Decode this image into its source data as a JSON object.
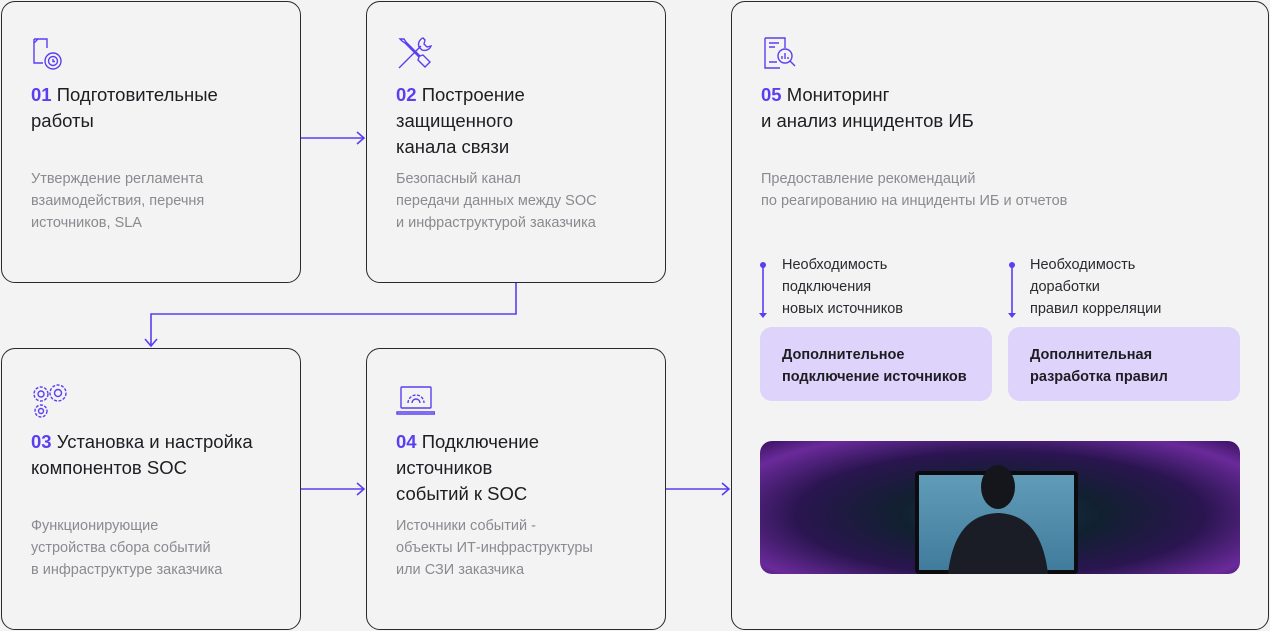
{
  "accent": "#5a3ff0",
  "steps": [
    {
      "num": "01",
      "title": [
        "Подготовительные",
        "работы"
      ],
      "desc": [
        "Утверждение регламента",
        "взаимодействия, перечня",
        "источников, SLA"
      ],
      "icon": "document-clock-gear-icon"
    },
    {
      "num": "02",
      "title": [
        "Построение",
        "защищенного",
        "канала связи"
      ],
      "desc": [
        "Безопасный канал",
        "передачи данных между SOC",
        "и инфраструктурой заказчика"
      ],
      "icon": "tools-icon"
    },
    {
      "num": "03",
      "title": [
        "Установка и настройка",
        "компонентов SOC"
      ],
      "desc": [
        "Функционирующие",
        "устройства сбора событий",
        "в инфраструктуре заказчика"
      ],
      "icon": "gears-icon"
    },
    {
      "num": "04",
      "title": [
        "Подключение",
        "источников",
        "событий к SOC"
      ],
      "desc": [
        "Источники событий -",
        "объекты ИТ-инфраструктуры",
        "или СЗИ заказчика"
      ],
      "icon": "laptop-gear-icon"
    },
    {
      "num": "05",
      "title": [
        "Мониторинг",
        "и анализ инцидентов ИБ"
      ],
      "desc": [
        "Предоставление рекомендаций",
        "по реагированию на инциденты ИБ и отчетов"
      ],
      "icon": "report-search-icon"
    }
  ],
  "branches": [
    {
      "need": [
        "Необходимость",
        "подключения",
        "новых источников"
      ],
      "action": [
        "Дополнительное",
        "подключение источников"
      ]
    },
    {
      "need": [
        "Необходимость",
        "доработки",
        "правил корреляции"
      ],
      "action": [
        "Дополнительная",
        "разработка правил"
      ]
    }
  ]
}
